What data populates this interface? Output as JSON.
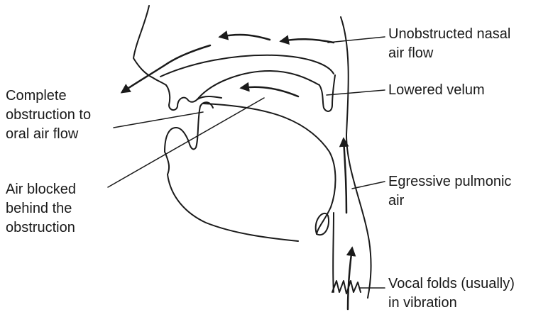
{
  "labels": {
    "nasal_flow": "Unobstructed nasal\nair flow",
    "lowered_velum": "Lowered velum",
    "complete_obstruction": "Complete\nobstruction to\noral air flow",
    "air_blocked": "Air blocked\nbehind the\nobstruction",
    "egressive_air": "Egressive pulmonic\nair",
    "vocal_folds": "Vocal folds (usually)\nin vibration"
  }
}
